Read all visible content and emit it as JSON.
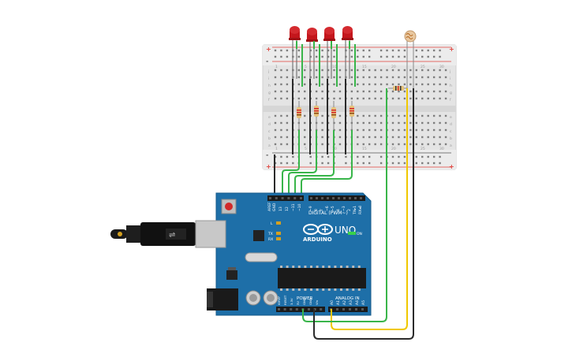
{
  "board": {
    "digital_label": "DIGITAL (PWM~)",
    "brand": "ARDUINO",
    "model": "UNO",
    "power_label": "POWER",
    "analog_label": "ANALOG IN",
    "on_label": "ON",
    "tx_label": "TX",
    "rx_label": "RX",
    "l_label": "L",
    "header_top_labels": [
      "AREF",
      "GND",
      "13",
      "12",
      "~11",
      "~10",
      "~9",
      "8",
      "7",
      "~6",
      "~5",
      "4",
      "~3",
      "2",
      "TX▸1",
      "RX◂0"
    ],
    "power_pin_labels": [
      "IOREF",
      "RESET",
      "3.3V",
      "5V",
      "GND",
      "GND",
      "Vin"
    ],
    "analog_pin_labels": [
      "A0",
      "A1",
      "A2",
      "A3",
      "A4",
      "A5"
    ]
  },
  "breadboard": {
    "row_letters_top": [
      "j",
      "i",
      "h",
      "g",
      "f"
    ],
    "row_letters_bottom": [
      "e",
      "d",
      "c",
      "b",
      "a"
    ],
    "column_numbers": [
      "1",
      "5",
      "10",
      "15",
      "20",
      "25",
      "30"
    ],
    "rail_plus": "+",
    "rail_minus": "-"
  },
  "colors": {
    "wire_green": "#39b54a",
    "wire_black": "#2b2b2b",
    "wire_yellow": "#f0c800",
    "board_blue": "#1e6fa8",
    "led_red": "#c4161c",
    "rail_red": "#e0413b"
  }
}
